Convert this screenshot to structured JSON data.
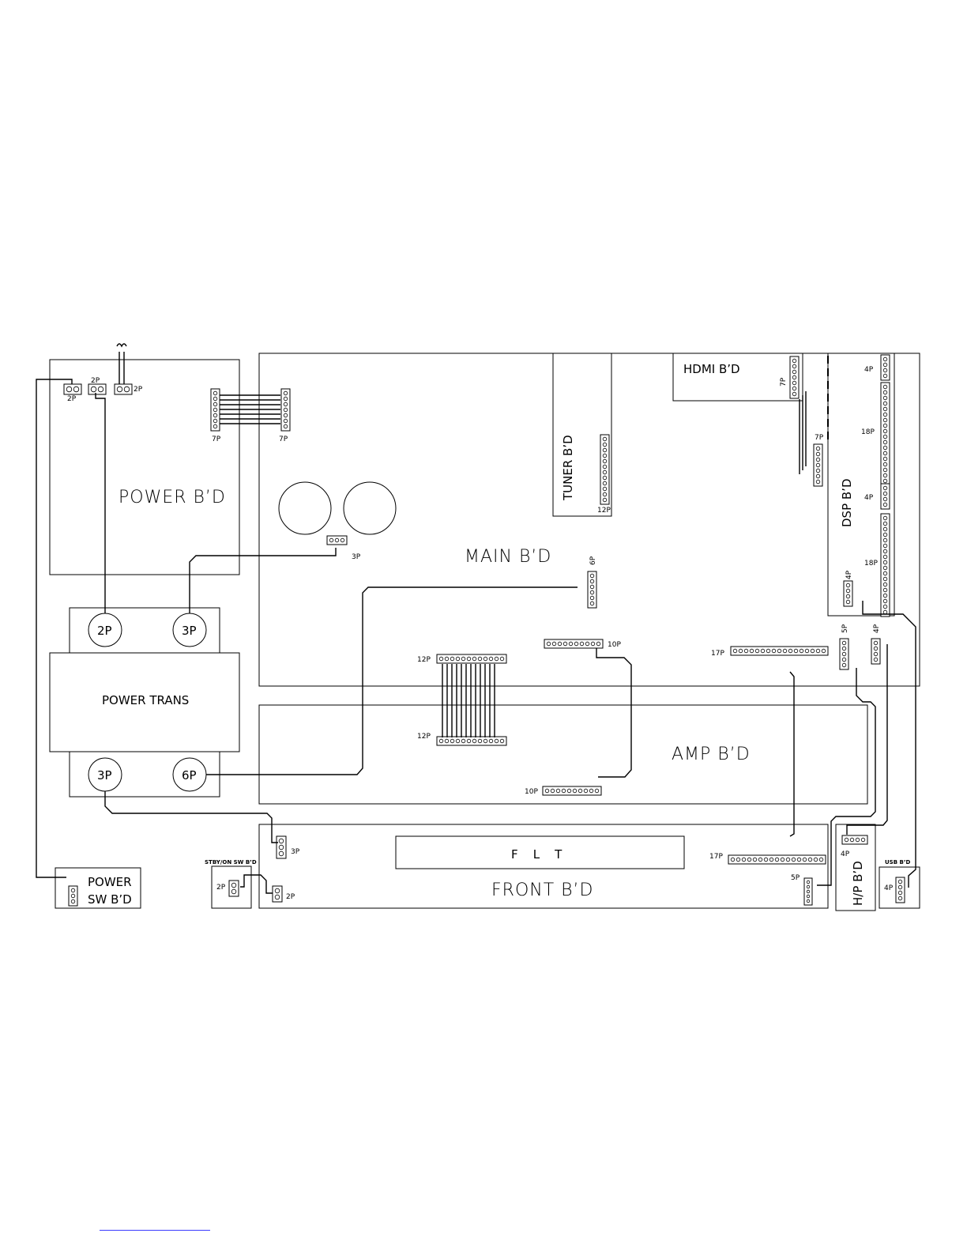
{
  "boards": {
    "power": "POWER B’D",
    "main": "MAIN B’D",
    "tuner": "TUNER B’D",
    "hdmi": "HDMI B’D",
    "dsp": "DSP B’D",
    "power_trans": "POWER TRANS",
    "amp": "AMP B’D",
    "front": "FRONT B’D",
    "flt": "F    L    T",
    "power_sw_line1": "POWER",
    "power_sw_line2": "SW B’D",
    "stby_sw": "STBY/ON SW B’D",
    "hp": "H/P B’D",
    "usb": "USB B’D"
  },
  "connectors": {
    "p2": "2P",
    "p3": "3P",
    "p4": "4P",
    "p5": "5P",
    "p6": "6P",
    "p7": "7P",
    "p10": "10P",
    "p12": "12P",
    "p17": "17P",
    "p18": "18P"
  },
  "transformer_terminals": {
    "top_left": "2P",
    "top_right": "3P",
    "bottom_left": "3P",
    "bottom_right": "6P"
  }
}
